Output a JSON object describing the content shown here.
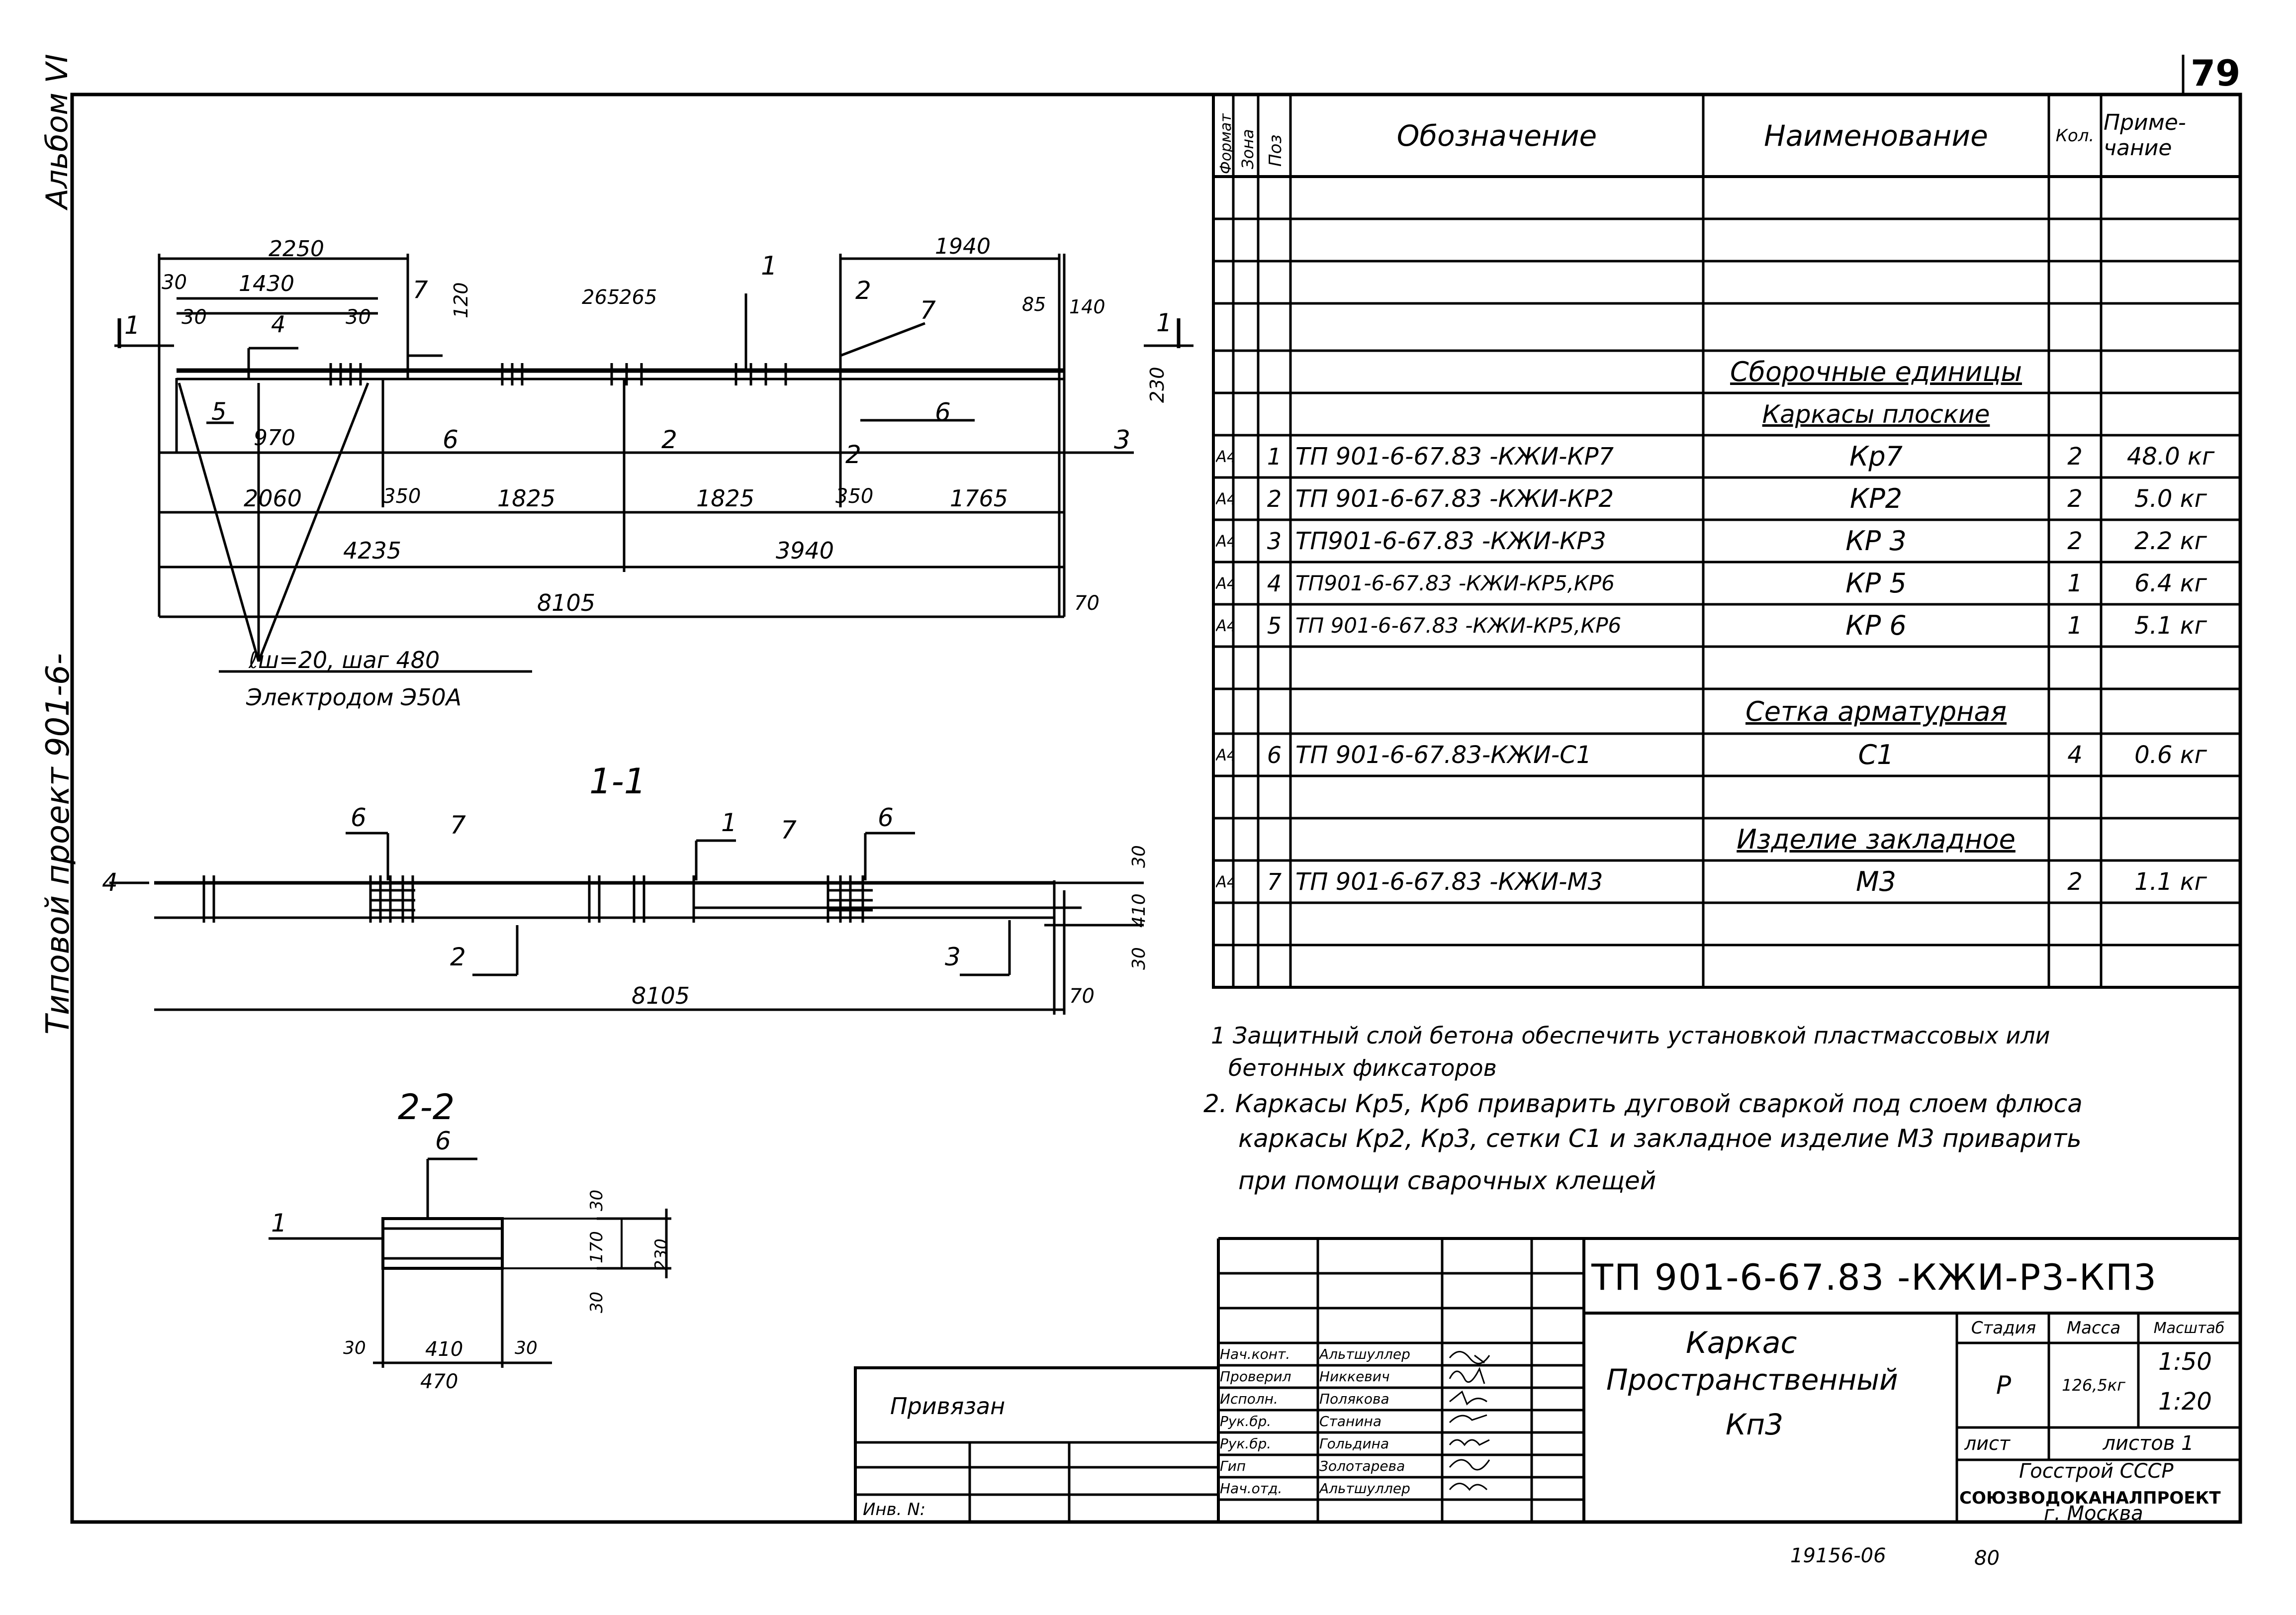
{
  "sheet_number": "79",
  "side_text": {
    "album": "Альбом VI",
    "project": "Типовой проект 901-6-"
  },
  "plan": {
    "dims_top": [
      "2250",
      "30",
      "1430",
      "30",
      "4",
      "30",
      "7",
      "120",
      "265",
      "265",
      "1",
      "1940",
      "2",
      "7",
      "85",
      "140"
    ],
    "section_mark": "1",
    "dims_bottom": [
      "5",
      "970",
      "6",
      "2",
      "6",
      "2",
      "3",
      "230"
    ],
    "dims_chain": [
      "2060",
      "350",
      "1825",
      "1825",
      "350",
      "1765"
    ],
    "dims_mid": [
      "4235",
      "3940"
    ],
    "dims_total": "8105",
    "dim_70": "70",
    "weld_note": "ℓш=20, шаг 480",
    "electrode": "Электродом Э50А"
  },
  "section_1_1": {
    "title": "1-1",
    "labels": [
      "6",
      "7",
      "1",
      "7",
      "6",
      "4",
      "2",
      "3"
    ],
    "dims": [
      "30",
      "410",
      "30",
      "8105",
      "70"
    ]
  },
  "section_2_2": {
    "title": "2-2",
    "labels": [
      "6",
      "1"
    ],
    "dims": [
      "30",
      "170",
      "230",
      "30",
      "30",
      "410",
      "30",
      "470"
    ]
  },
  "spec_table": {
    "headers": {
      "format": "Формат",
      "zone": "Зона",
      "pos": "Поз",
      "designation": "Обозначение",
      "name": "Наименование",
      "qty": "Кол.",
      "note": "Приме-чание"
    },
    "sections": [
      {
        "title": "Сборочные единицы",
        "subtitle": "Каркасы плоские"
      },
      {
        "title": "Сетка арматурная"
      },
      {
        "title": "Изделие закладное"
      }
    ],
    "rows": [
      {
        "format": "А4",
        "pos": "1",
        "designation": "ТП 901-6-67.83 -КЖИ-КР7",
        "name": "Кр7",
        "qty": "2",
        "note": "48.0 кг"
      },
      {
        "format": "А4",
        "pos": "2",
        "designation": "ТП 901-6-67.83 -КЖИ-КР2",
        "name": "КР2",
        "qty": "2",
        "note": "5.0 кг"
      },
      {
        "format": "А4",
        "pos": "3",
        "designation": "ТП901-6-67.83 -КЖИ-КР3",
        "name": "КР 3",
        "qty": "2",
        "note": "2.2 кг"
      },
      {
        "format": "А4",
        "pos": "4",
        "designation": "ТП901-6-67.83 -КЖИ-КР5,КР6",
        "name": "КР 5",
        "qty": "1",
        "note": "6.4 кг"
      },
      {
        "format": "А4",
        "pos": "5",
        "designation": "ТП 901-6-67.83 -КЖИ-КР5,КР6",
        "name": "КР 6",
        "qty": "1",
        "note": "5.1 кг"
      },
      {
        "format": "А4",
        "pos": "6",
        "designation": "ТП 901-6-67.83-КЖИ-С1",
        "name": "С1",
        "qty": "4",
        "note": "0.6 кг"
      },
      {
        "format": "А4",
        "pos": "7",
        "designation": "ТП 901-6-67.83 -КЖИ-М3",
        "name": "М3",
        "qty": "2",
        "note": "1.1 кг"
      }
    ]
  },
  "notes": [
    "1 Защитный слой бетона обеспечить установкой пластмассовых или",
    "бетонных фиксаторов",
    "2. Каркасы Кр5, Кр6 приварить дуговой сваркой под слоем флюса",
    "каркасы Кр2, Кр3, сетки С1 и закладное изделие М3 приварить",
    "при помощи сварочных клещей"
  ],
  "stamp": {
    "code": "ТП 901-6-67.83 -КЖИ-Р3-КП3",
    "title_lines": [
      "Каркас",
      "Пространственный",
      "Кп3"
    ],
    "stage_label": "Стадия",
    "mass_label": "Масса",
    "scale_label": "Масштаб",
    "stage": "Р",
    "mass": "126,5кг",
    "scale1": "1:50",
    "scale2": "1:20",
    "sheet_label": "лист",
    "sheets_label": "листов 1",
    "org1": "Госстрой СССР",
    "org2": "СОЮЗВОДОКАНАЛПРОЕКТ",
    "org3": "г. Москва",
    "roles": [
      {
        "role": "Нач.конт.",
        "name": "Альтшуллер"
      },
      {
        "role": "Проверил",
        "name": "Никкевич"
      },
      {
        "role": "Исполн.",
        "name": "Полякова"
      },
      {
        "role": "Рук.бр.",
        "name": "Станина"
      },
      {
        "role": "Рук.бр.",
        "name": "Гольдина"
      },
      {
        "role": "Гип",
        "name": "Золотарева"
      },
      {
        "role": "Нач.отд.",
        "name": "Альтшуллер"
      }
    ]
  },
  "bound_block": {
    "label": "Привязан",
    "inv": "Инв. N:"
  },
  "footer": {
    "left": "19156-06",
    "right": "80"
  }
}
